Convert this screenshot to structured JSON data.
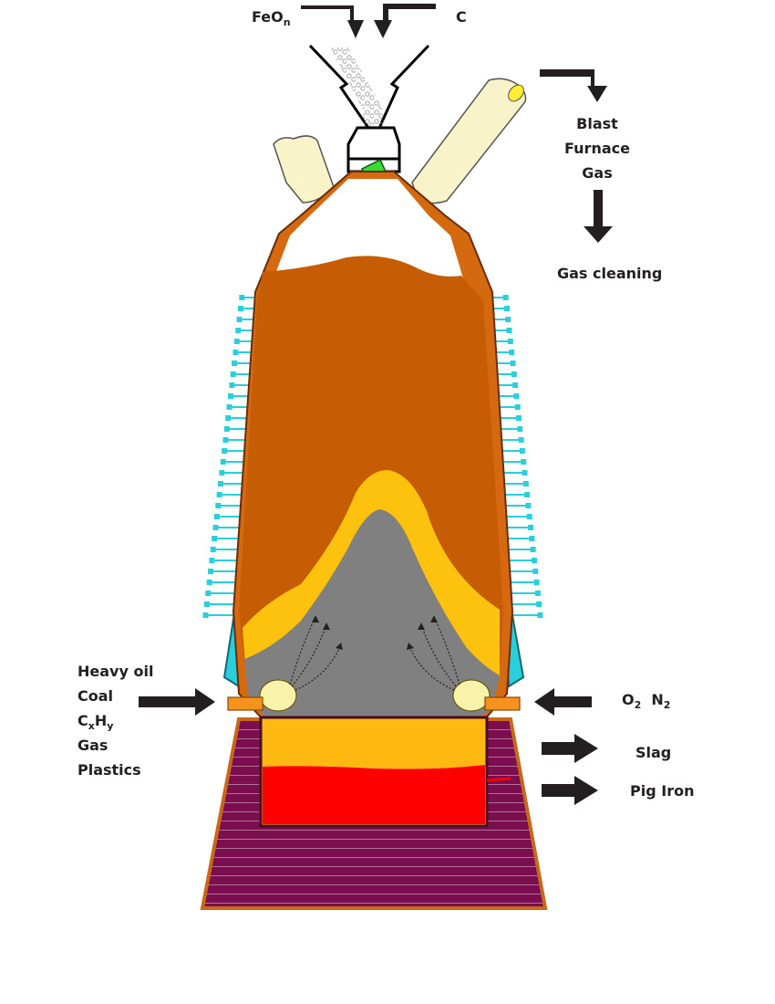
{
  "inputs_top": {
    "ore": {
      "base": "FeO",
      "subscript": "n"
    },
    "carbon": "C"
  },
  "outputs_top": {
    "gas_lines": [
      "Blast",
      "Furnace",
      "Gas"
    ],
    "gas_cleaning": "Gas cleaning"
  },
  "injectants": {
    "heavy_oil": "Heavy oil",
    "coal": "Coal",
    "hydrocarbon": {
      "c": "C",
      "x": "x",
      "h": "H",
      "y": "y"
    },
    "gas": "Gas",
    "plastics": "Plastics"
  },
  "blast": {
    "o2": {
      "base": "O",
      "subscript": "2"
    },
    "n2": {
      "base": "N",
      "subscript": "2"
    }
  },
  "outputs_bottom": {
    "slag": "Slag",
    "pig_iron": "Pig Iron"
  },
  "colors": {
    "shell": "#d4690f",
    "burden": "#c65d04",
    "cohesive_zone": "#fcc20d",
    "deadman": "#808080",
    "slag": "#fdb812",
    "hot_metal": "#ff0000",
    "hearth_refractory": "#7a0e4e",
    "cooling_staves": "#29d0dc",
    "chute": "#33dd33",
    "uptake": "#f8f3c8",
    "arrow": "#231f20"
  }
}
